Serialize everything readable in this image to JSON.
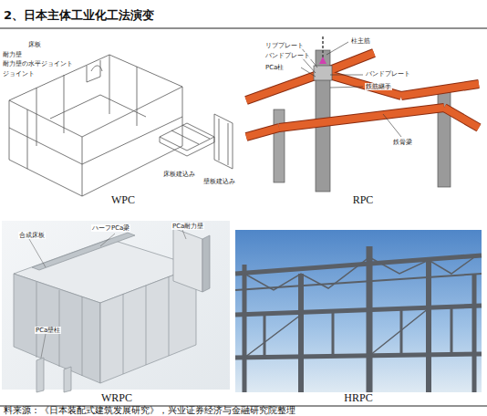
{
  "diagram": {
    "title": "2、日本主体工业化工法演变",
    "caption": "料来源：《日本装配式建筑发展研究》，兴业证券经济与金融研究院整理",
    "labels": [
      "WPC",
      "RPC",
      "WRPC",
      "HRPC",
      "耐力壁",
      "床板",
      "耐力壁の水平ジョイント",
      "ジョイント",
      "床板建込み",
      "壁板建込み",
      "リブプレート",
      "バンドプレート",
      "柱主筋",
      "PCa柱",
      "バンドプレート",
      "鉄筋継手",
      "鉄骨梁",
      "合成床板",
      "ハーフPCa梁",
      "PCa耐力壁",
      "PCa壁柱"
    ]
  }
}
